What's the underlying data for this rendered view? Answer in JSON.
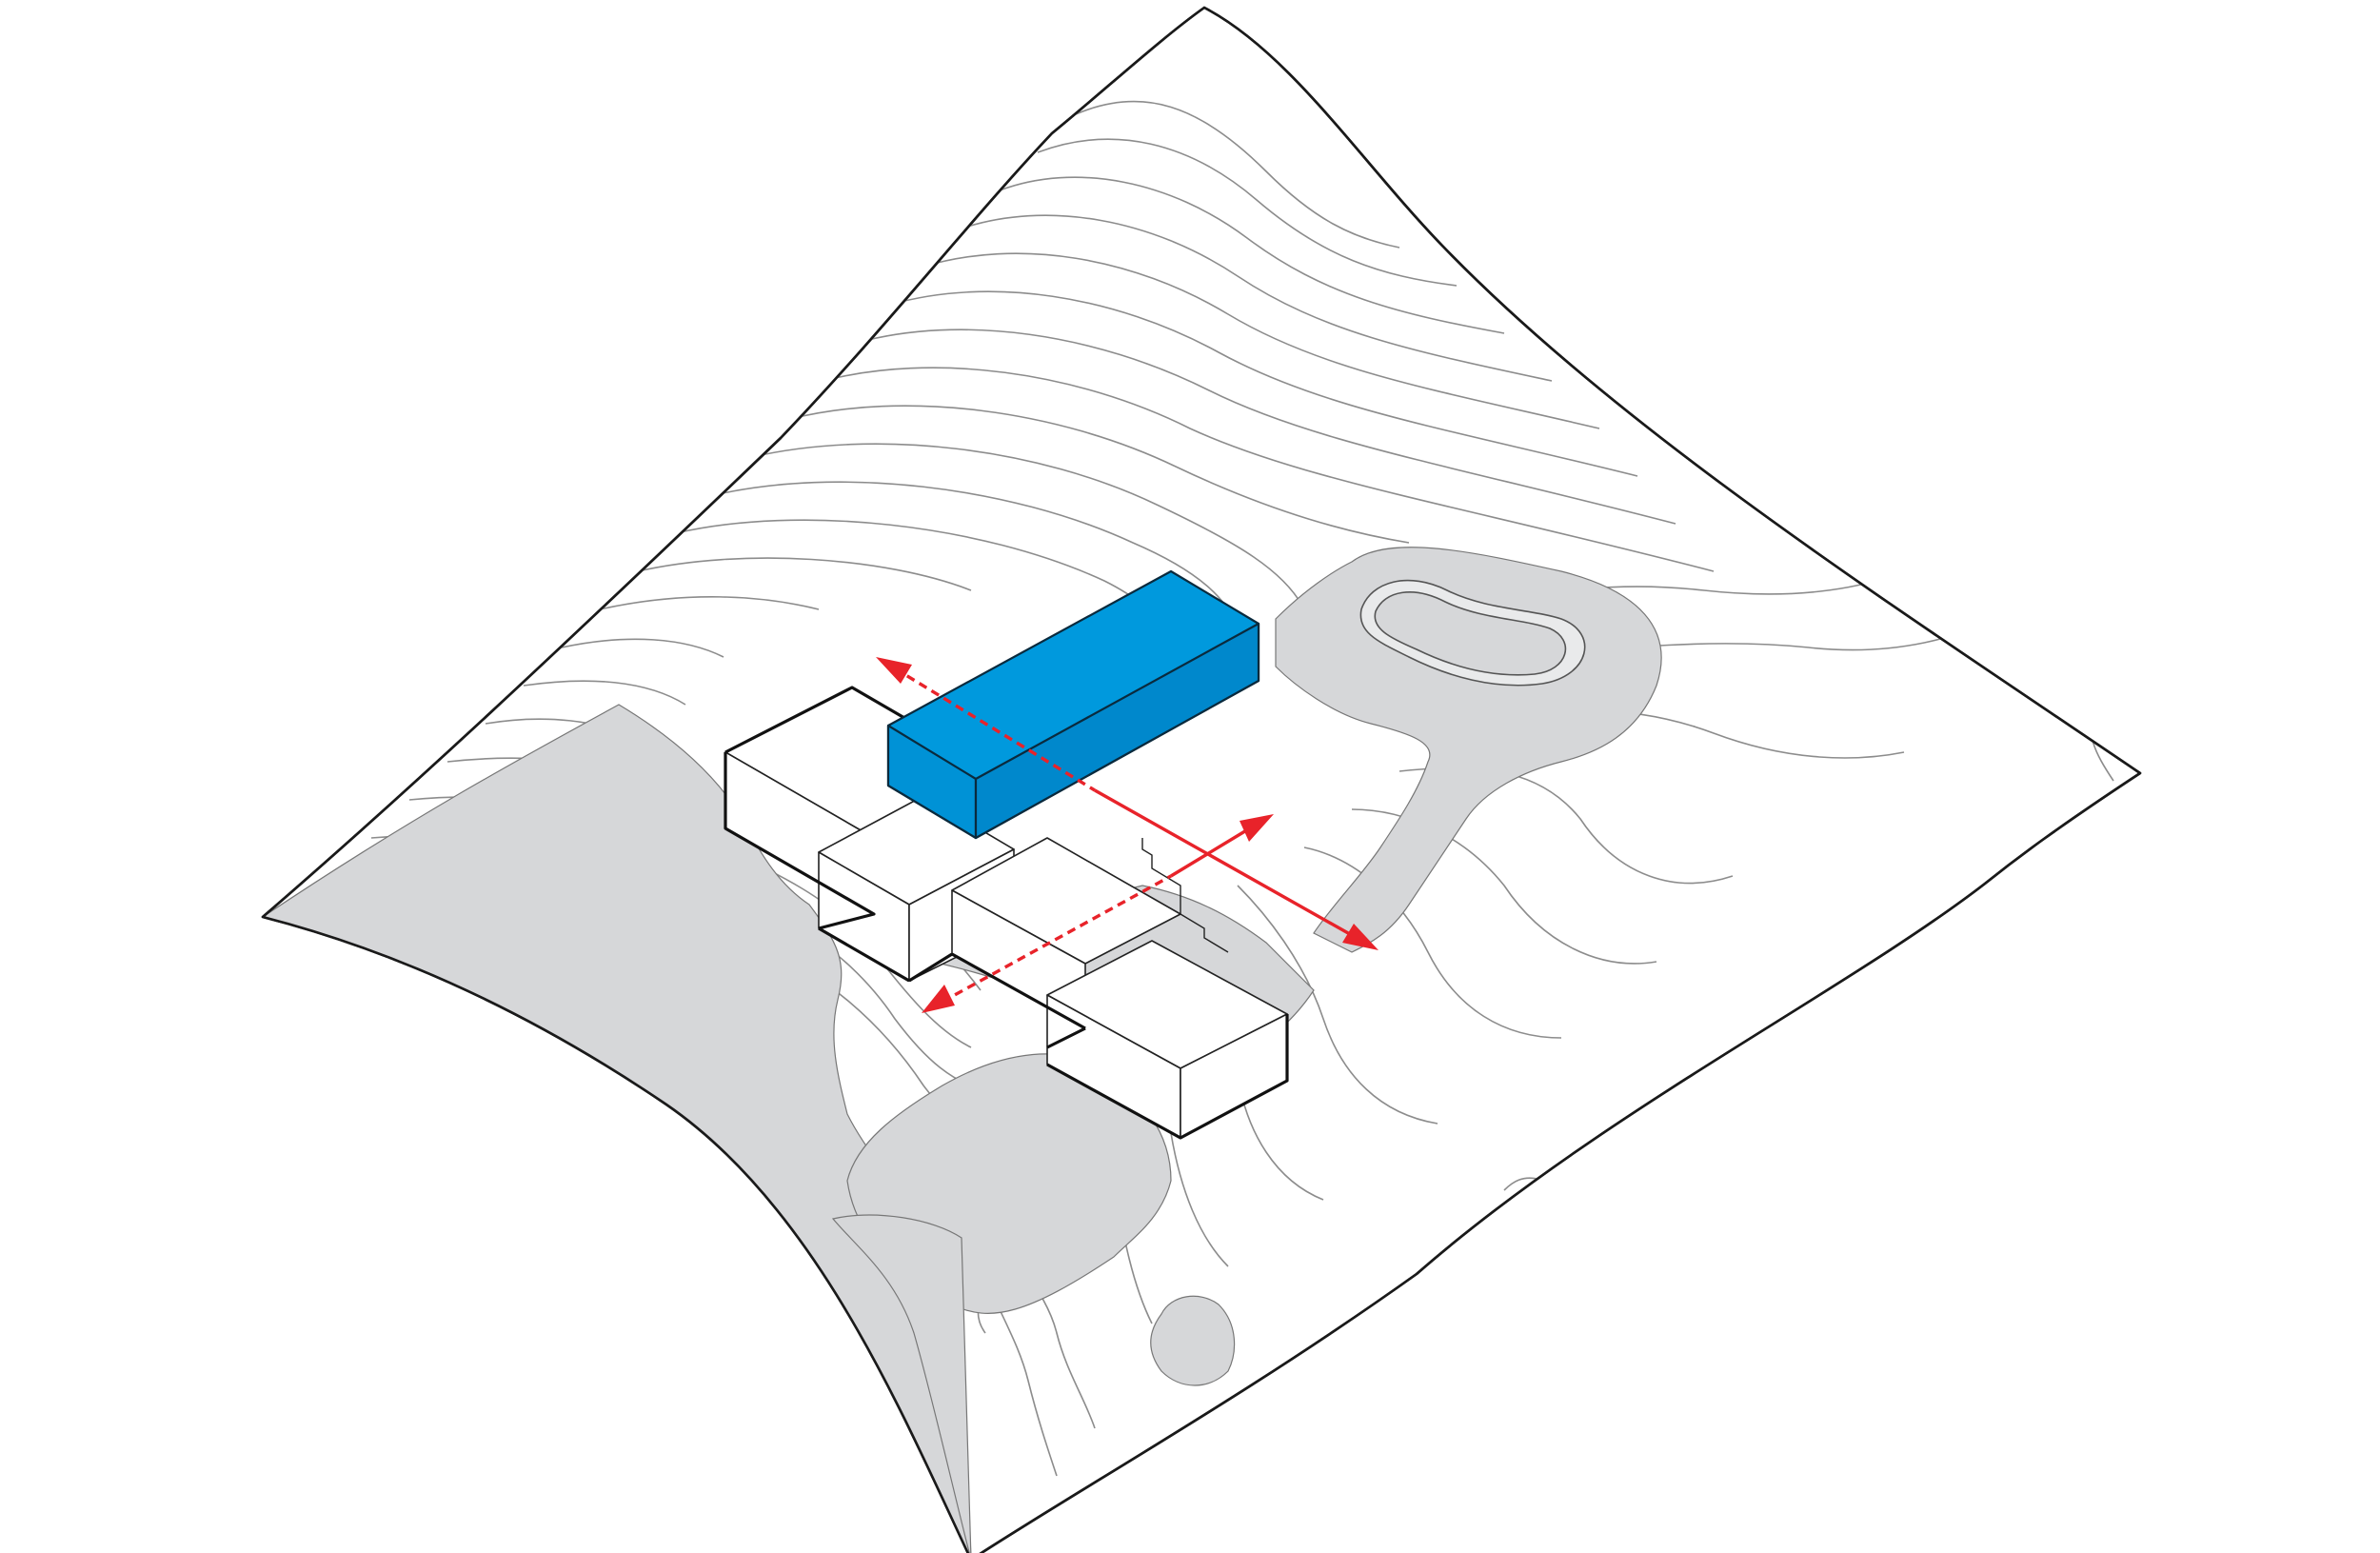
{
  "figure": {
    "kind": "axonometric site diagram",
    "labels": []
  },
  "colors": {
    "background": "#ffffff",
    "site_outline": "#1a1a1a",
    "contour": "#8c8c8c",
    "paving": "#d6d7d9",
    "highlight_volume": "#0099dd",
    "highlight_volume_side": "#0088cc",
    "view_arrow": "#e8232a"
  },
  "elements": {
    "highlight_volume": {
      "color_key": "highlight_volume"
    },
    "view_axes": [
      {
        "id": "axis-1",
        "style": "mixed"
      },
      {
        "id": "axis-2",
        "style": "mixed"
      }
    ]
  }
}
